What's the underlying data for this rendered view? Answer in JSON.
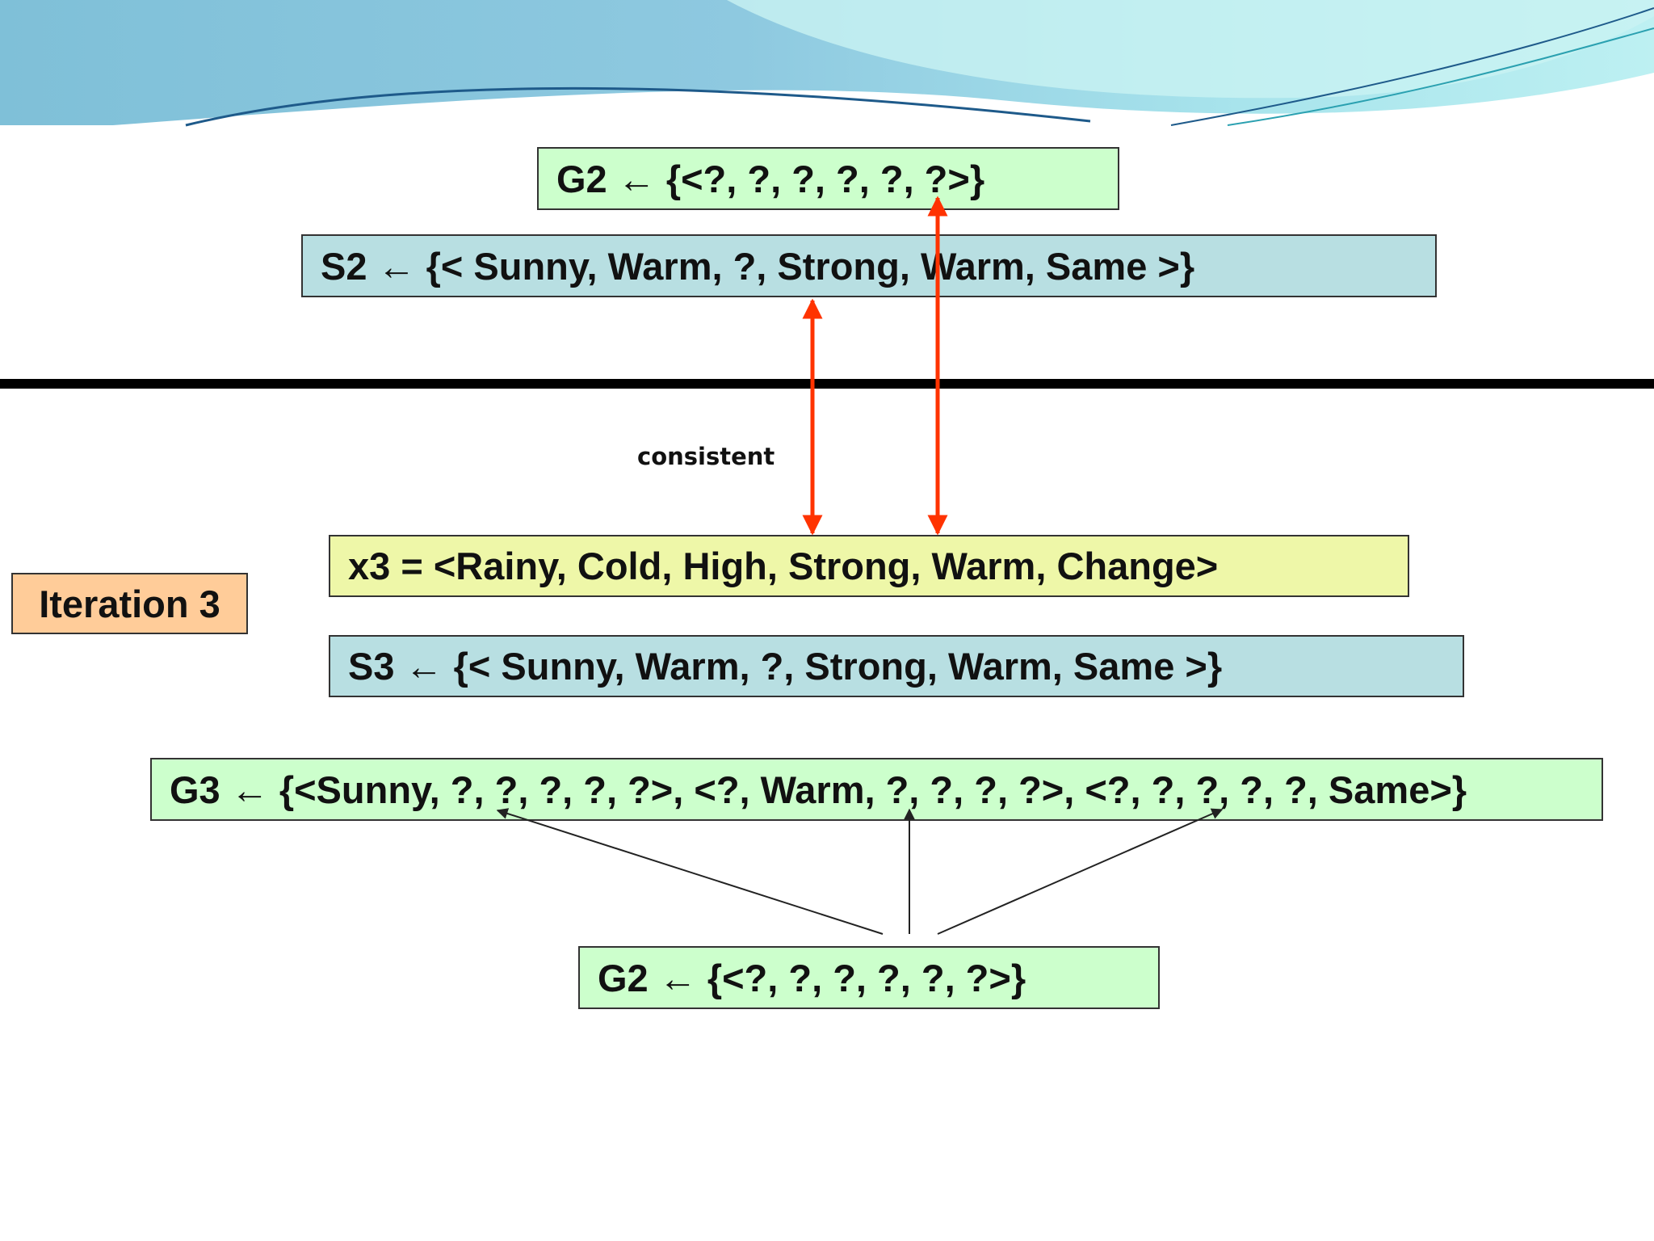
{
  "colors": {
    "general_box": "#ccffcc",
    "specific_box": "#b8dfe2",
    "instance_box": "#eef7a8",
    "iteration_box": "#ffcc99",
    "consistency_arrow": "#ff3300",
    "generalization_arrow": "#222222",
    "divider": "#000000"
  },
  "icons": {
    "consistency_arrows": "double-headed-arrow",
    "generalization_arrows": "arrow-up"
  },
  "g2_top": {
    "text": "G2 ← {<?, ?, ?, ?, ?, ?>}"
  },
  "s2": {
    "text": "S2 ← {< Sunny, Warm, ?, Strong, Warm, Same >}"
  },
  "consistent_label": "consistent",
  "iteration_label": "Iteration 3",
  "x3": {
    "text": "x3 = <Rainy, Cold, High, Strong, Warm, Change>"
  },
  "s3": {
    "text": "S3 ← {< Sunny, Warm, ?, Strong, Warm, Same >}"
  },
  "g3": {
    "text": "G3 ← {<Sunny, ?, ?, ?, ?, ?>, <?, Warm, ?, ?, ?, ?>, <?, ?, ?, ?, ?, Same>}"
  },
  "g2_bottom": {
    "text": "G2 ← {<?, ?, ?, ?, ?, ?>}"
  }
}
